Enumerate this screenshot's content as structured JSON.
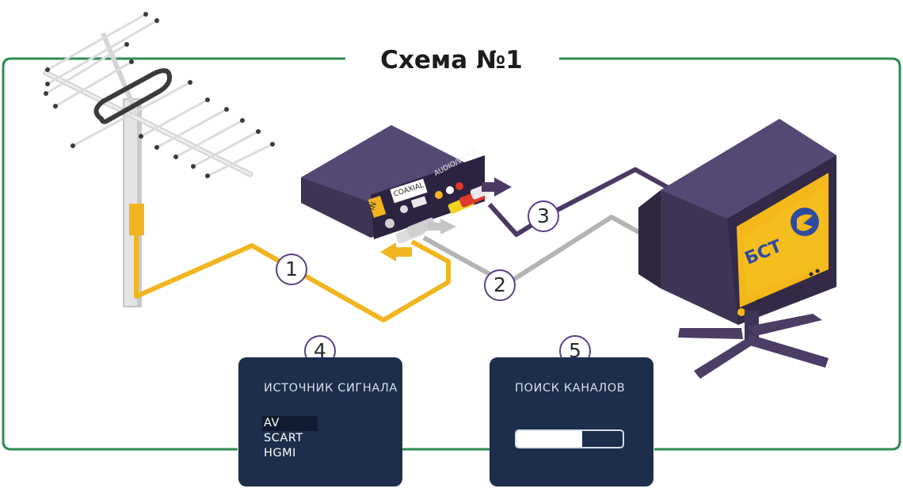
{
  "title": "Схема №1",
  "colors": {
    "frame": "#2e8b4e",
    "cable_antenna": "#f2b51f",
    "cable_coax": "#b4b4b4",
    "cable_av": "#4b3964",
    "device": "#3f3356",
    "panel_bg": "#1c2e4c",
    "screen": "#f4b81a"
  },
  "steps": [
    "1",
    "2",
    "3",
    "4",
    "5"
  ],
  "receiver": {
    "port_in": "IN",
    "port_coaxial": "COAXIAL",
    "port_av": "AUDIO/VIDEO"
  },
  "tv": {
    "logo_text": "БСТ"
  },
  "signal_source": {
    "title": "ИСТОЧНИК СИГНАЛА",
    "options": [
      "AV",
      "SCART",
      "HGMI"
    ],
    "selected": "AV"
  },
  "channel_search": {
    "title": "ПОИСК КАНАЛОВ",
    "progress": 0.62
  }
}
